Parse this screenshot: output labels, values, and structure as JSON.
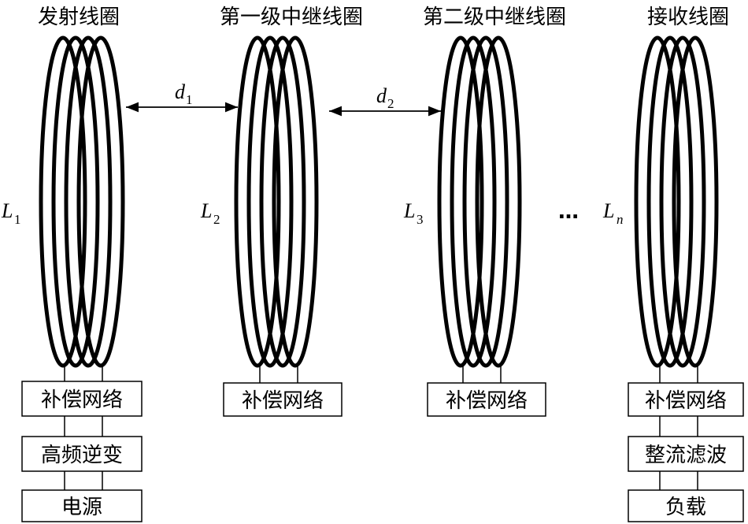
{
  "stages": [
    {
      "title": "发射线圈",
      "inductor": "L",
      "inductor_sub": "1",
      "boxes": [
        "补偿网络",
        "高频逆变",
        "电源"
      ]
    },
    {
      "title": "第一级中继线圈",
      "inductor": "L",
      "inductor_sub": "2",
      "boxes": [
        "补偿网络"
      ]
    },
    {
      "title": "第二级中继线圈",
      "inductor": "L",
      "inductor_sub": "3",
      "boxes": [
        "补偿网络"
      ]
    },
    {
      "title": "接收线圈",
      "inductor": "L",
      "inductor_sub": "n",
      "boxes": [
        "补偿网络",
        "整流滤波",
        "负载"
      ]
    }
  ],
  "distances": [
    {
      "label": "d",
      "sub": "1"
    },
    {
      "label": "d",
      "sub": "2"
    }
  ],
  "ellipsis": "…"
}
